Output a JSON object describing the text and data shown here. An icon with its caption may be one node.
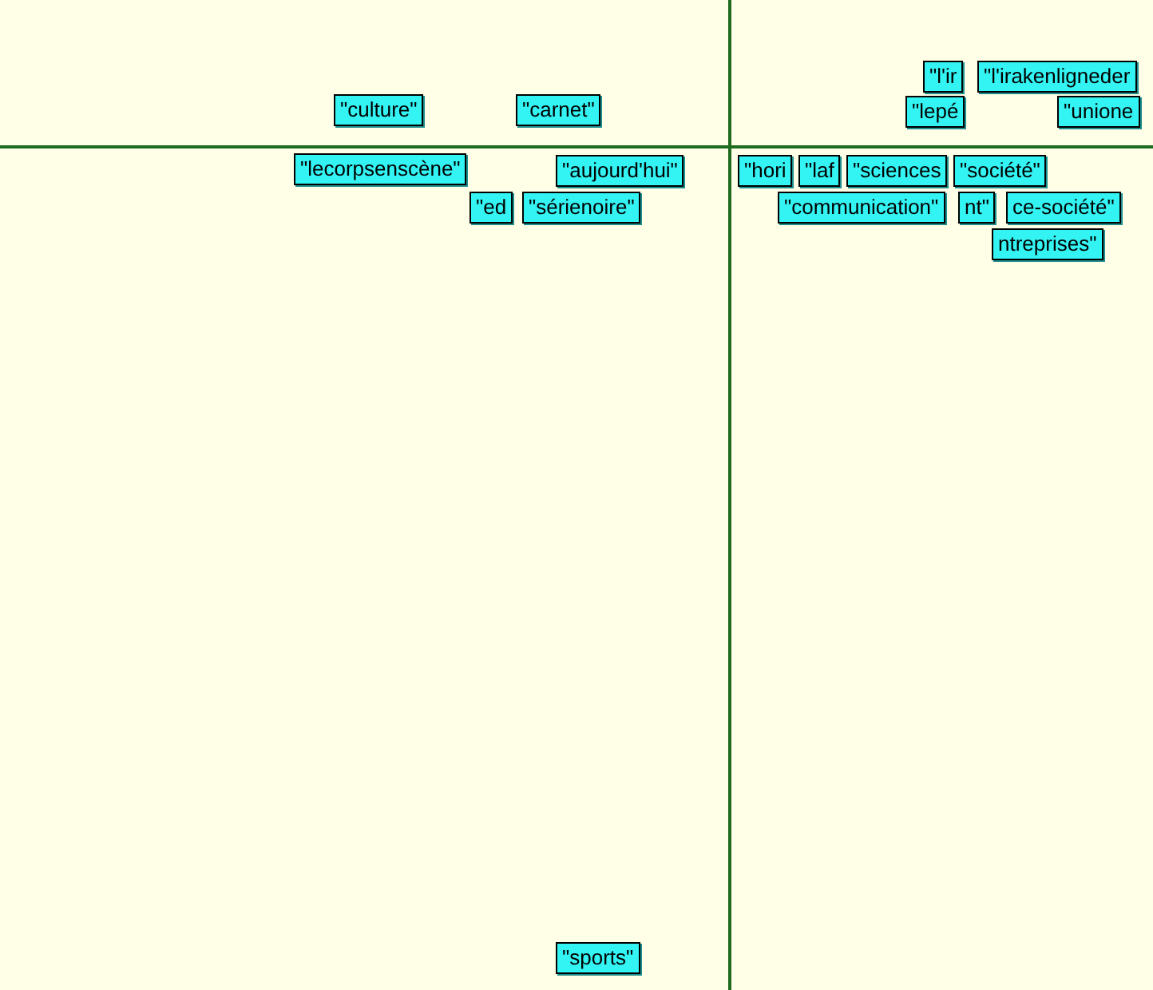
{
  "diagram": {
    "labels": [
      "\"l'ir",
      "\"l'irakenligneder",
      "\"culture\"",
      "\"carnet\"",
      "\"lepé",
      "\"unione",
      "\"lecorpsenscène\"",
      "\"aujourd'hui\"",
      "\"hori",
      "\"laf",
      "\"sciences",
      "\"société\"",
      "\"ed",
      "\"sérienoire\"",
      "\"communication\"",
      "nt\"",
      "ce-société\"",
      "ntreprises\"",
      "\"sports\""
    ]
  }
}
